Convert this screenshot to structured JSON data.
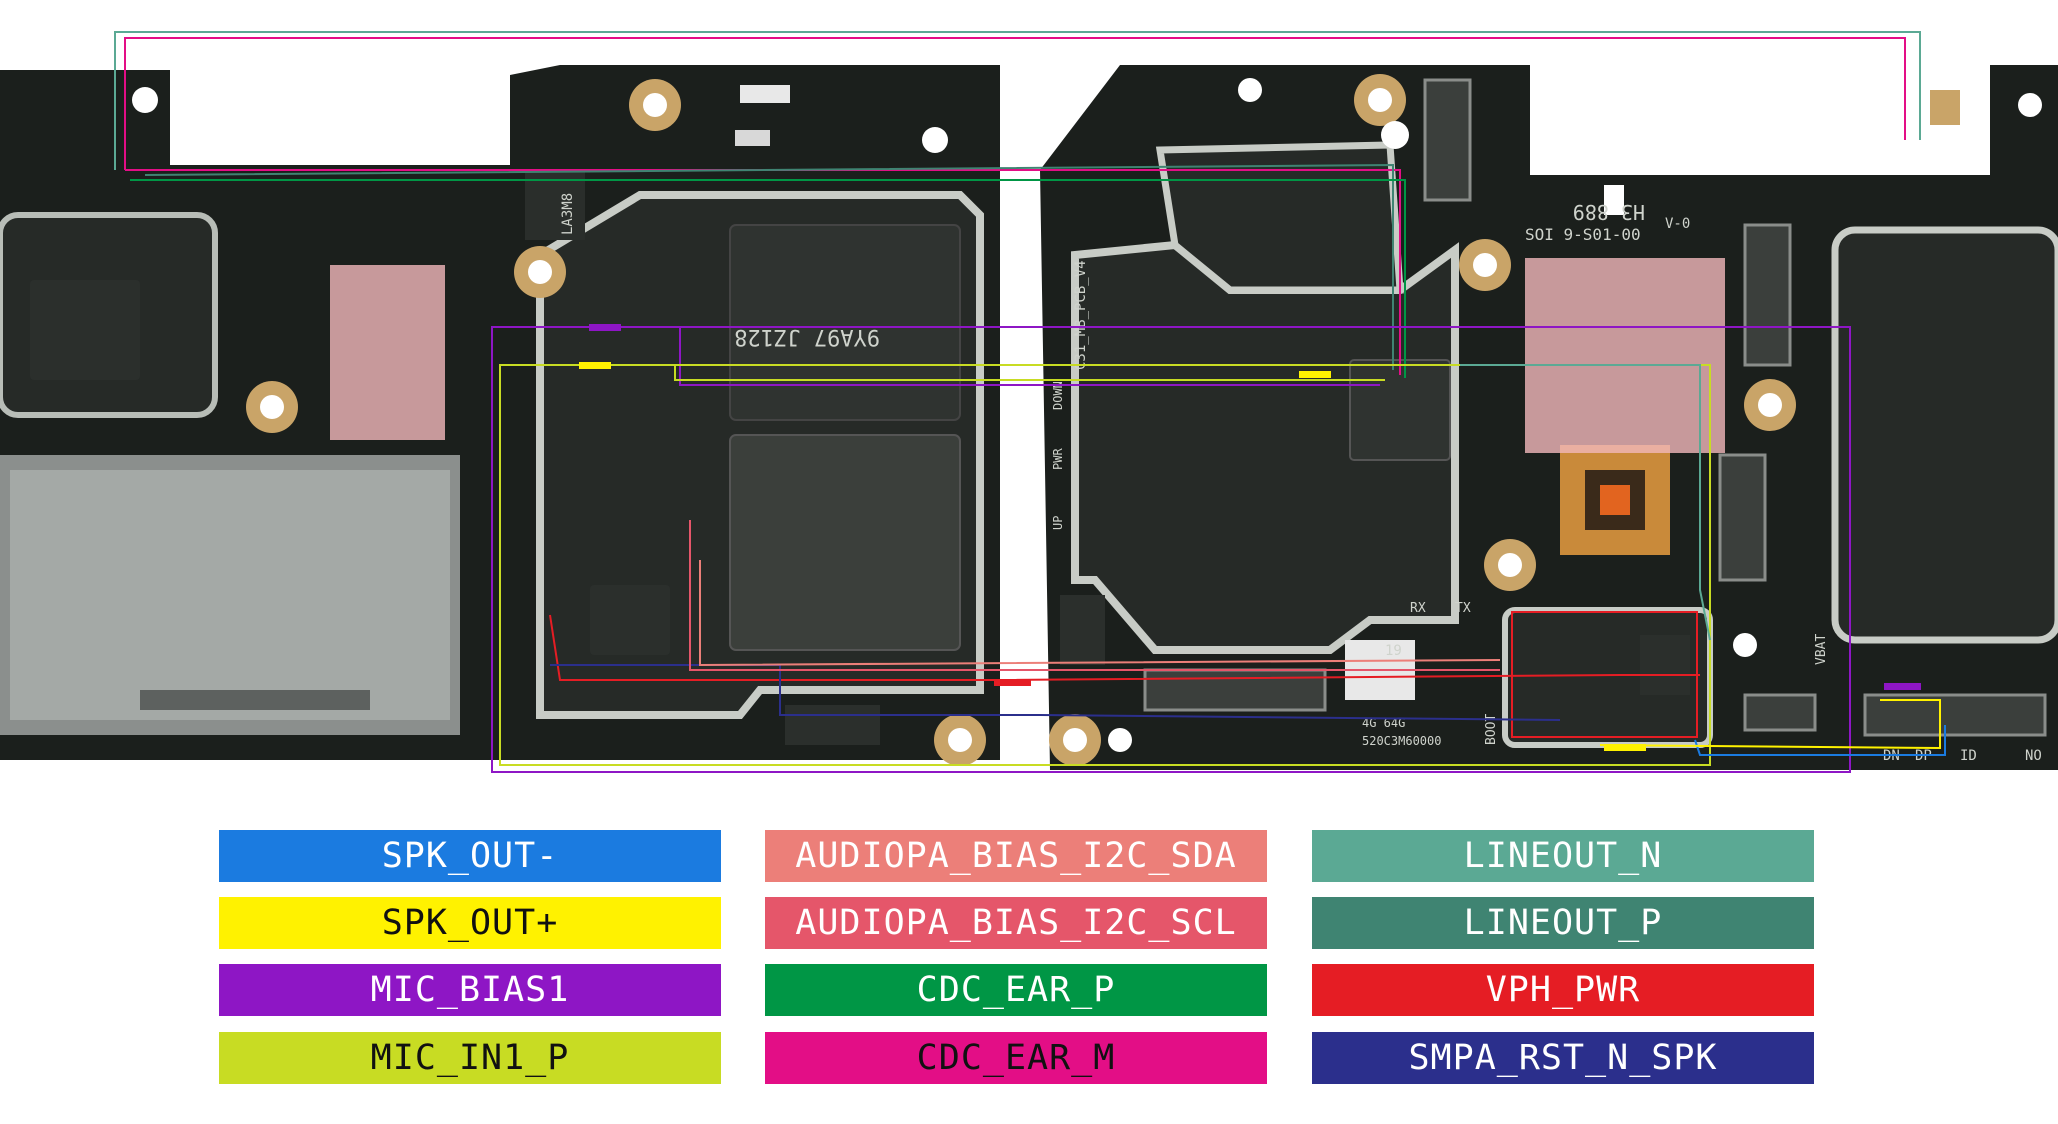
{
  "board": {
    "left_labels": {
      "chip_marking_a": "LA3M8",
      "chip_marking_b": "9YA97\nJZ128"
    },
    "right_labels": {
      "board_name": "C31_MB_PCB_V4",
      "side_labels": [
        "UP",
        "PWR",
        "DOWN"
      ],
      "marking_a": "H3 889",
      "marking_b": "SOI 9-S01-00",
      "version": "V-0",
      "rx": "RX",
      "tx": "TX",
      "boot": "BOOT",
      "memory": "4G 64G",
      "serial": "520C3M60000",
      "num": "19",
      "vbat": "VBAT",
      "usb_pins": [
        "DN",
        "DP",
        "ID",
        "NO"
      ]
    }
  },
  "legend": [
    {
      "label": "SPK_OUT-",
      "bg": "#1b7be0",
      "fg": "#ffffff"
    },
    {
      "label": "AUDIOPA_BIAS_I2C_SDA",
      "bg": "#ec7f79",
      "fg": "#ffffff"
    },
    {
      "label": "LINEOUT_N",
      "bg": "#5ba994",
      "fg": "#ffffff"
    },
    {
      "label": "SPK_OUT+",
      "bg": "#fff200",
      "fg": "#111111"
    },
    {
      "label": "AUDIOPA_BIAS_I2C_SCL",
      "bg": "#e5566a",
      "fg": "#ffffff"
    },
    {
      "label": "LINEOUT_P",
      "bg": "#3f8472",
      "fg": "#ffffff"
    },
    {
      "label": "MIC_BIAS1",
      "bg": "#8e16c5",
      "fg": "#ffffff"
    },
    {
      "label": "CDC_EAR_P",
      "bg": "#009645",
      "fg": "#ffffff"
    },
    {
      "label": "VPH_PWR",
      "bg": "#e51d24",
      "fg": "#ffffff"
    },
    {
      "label": "MIC_IN1_P",
      "bg": "#c8dc23",
      "fg": "#111111"
    },
    {
      "label": "CDC_EAR_M",
      "bg": "#e30e86",
      "fg": "#111111"
    },
    {
      "label": "SMPA_RST_N_SPK",
      "bg": "#2b2f8c",
      "fg": "#ffffff"
    }
  ]
}
